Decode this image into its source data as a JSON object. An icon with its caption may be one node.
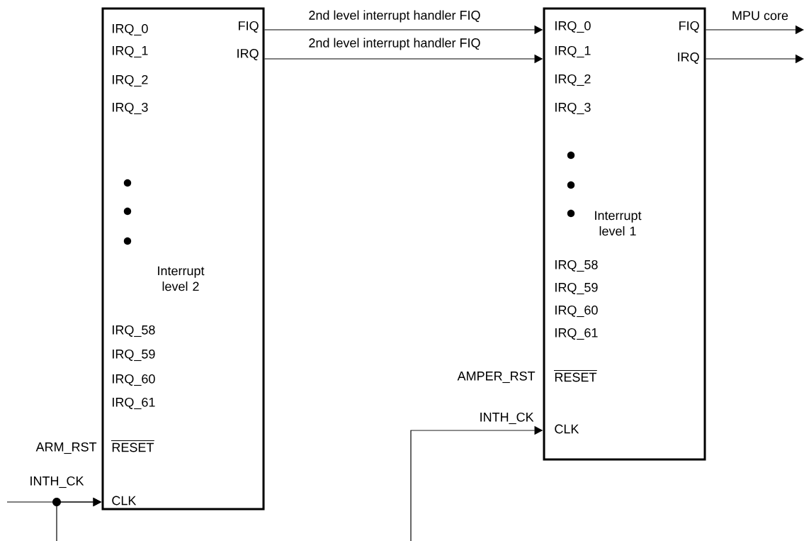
{
  "diagram": {
    "nodes": [
      {
        "text": [
          "Interrupt level 2"
        ]
      },
      {
        "text": [
          "Interrupt level 1"
        ]
      }
    ],
    "edges": [
      {
        "from": 0,
        "to": 1,
        "arrow": "to",
        "label": "2nd level interrupt handler FIQ"
      },
      {
        "from": 0,
        "to": 1,
        "arrow": "to",
        "label": "2nd level interrupt handler FIQ"
      },
      {
        "from": 1,
        "to": null,
        "arrow": "to",
        "label": "MPU core"
      },
      {
        "from": 1,
        "to": null,
        "arrow": "to"
      },
      {
        "from": null,
        "to": 0,
        "arrow": "to",
        "label": "INTH_CK"
      },
      {
        "from": null,
        "to": 0,
        "arrow": "to"
      },
      {
        "from": null,
        "to": 1,
        "arrow": "to",
        "label": "INTH_CK"
      }
    ],
    "labels": [
      "IRQ_0",
      "IRQ_1",
      "IRQ_2",
      "IRQ_3",
      "IRQ_58",
      "IRQ_59",
      "IRQ_60",
      "IRQ_61",
      "RESET",
      "CLK",
      "FIQ",
      "IRQ",
      "IRQ_0",
      "IRQ_1",
      "IRQ_2",
      "IRQ_3",
      "IRQ_58",
      "IRQ_59",
      "IRQ_60",
      "IRQ_61",
      "RESET",
      "CLK",
      "FIQ",
      "IRQ",
      "ARM_RST",
      "AMPER_RST"
    ]
  }
}
